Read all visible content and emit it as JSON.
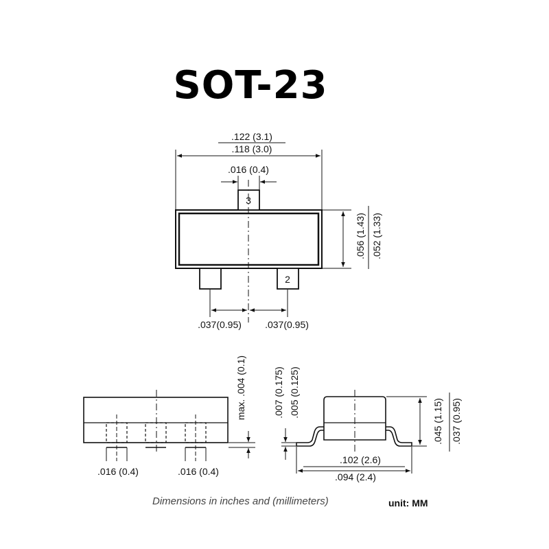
{
  "title": "SOT-23",
  "top_view": {
    "width_max": ".122 (3.1)",
    "width_min": ".118 (3.0)",
    "pin_width": ".016 (0.4)",
    "height_max": ".056 (1.43)",
    "height_min": ".052 (1.33)",
    "pin3_label": "3",
    "pin2_label": "2",
    "pitch_left": ".037(0.95)",
    "pitch_right": ".037(0.95)"
  },
  "front_view": {
    "standoff": "max. .004 (0.1)",
    "lead_left": ".016 (0.4)",
    "lead_right": ".016 (0.4)"
  },
  "side_view": {
    "lead_thick_max": ".007 (0.175)",
    "lead_thick_min": ".005 (0.125)",
    "height_max": ".045 (1.15)",
    "height_min": ".037 (0.95)",
    "span_max": ".102 (2.6)",
    "span_min": ".094 (2.4)"
  },
  "footer": {
    "note": "Dimensions in inches and (millimeters)",
    "unit": "unit: MM"
  }
}
